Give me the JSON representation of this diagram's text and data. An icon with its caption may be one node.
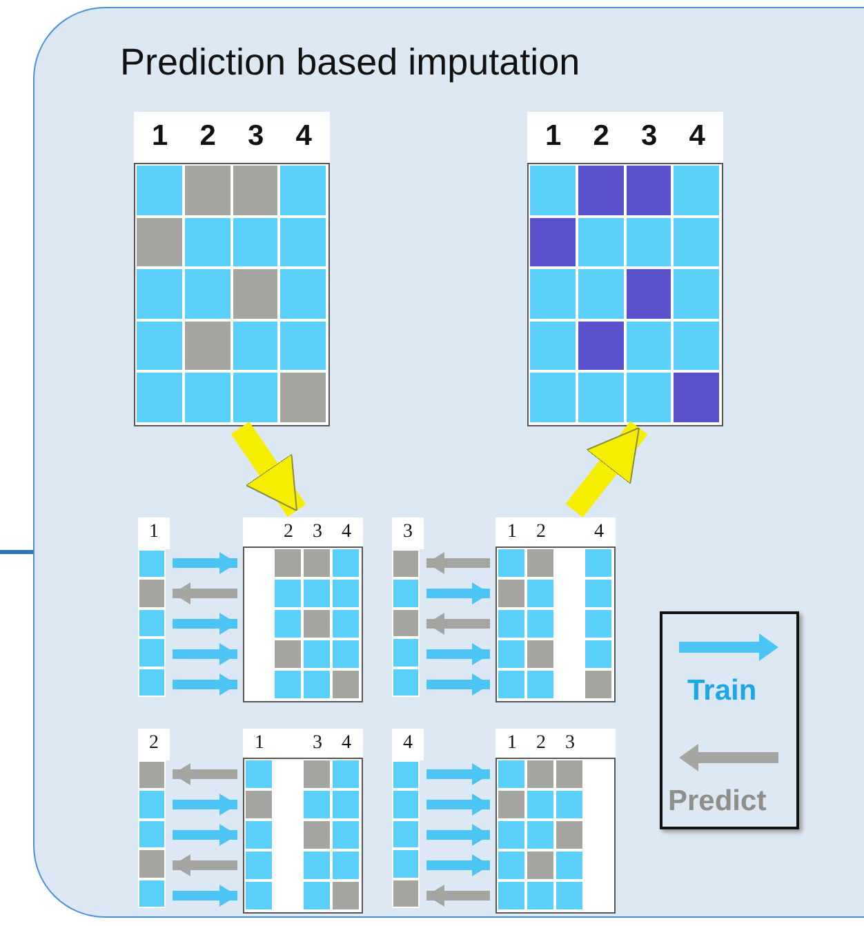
{
  "diagram": {
    "nodes": [
      {
        "text": [
          "Prediction based imputation"
        ]
      },
      {
        "text": [
          "1",
          "2",
          "3",
          "4"
        ],
        "in": 0
      },
      {
        "text": [
          "1",
          "2",
          "3",
          "4"
        ],
        "in": 0
      },
      {
        "text": [
          "1"
        ],
        "in": 0
      },
      {
        "text": [
          "2",
          "3",
          "4"
        ],
        "in": 0
      },
      {
        "text": [
          "3"
        ],
        "in": 0
      },
      {
        "text": [
          "1",
          "2",
          "4"
        ],
        "in": 0
      },
      {
        "text": [
          "2"
        ],
        "in": 0
      },
      {
        "text": [
          "1",
          "3",
          "4"
        ],
        "in": 0
      },
      {
        "text": [
          "4"
        ],
        "in": 0
      },
      {
        "text": [
          "1",
          "2",
          "3"
        ],
        "in": 0
      }
    ],
    "edges": [
      {
        "from": null,
        "to": 0,
        "arrow": "none",
        "color": "#2f72c4"
      },
      {
        "from": 1,
        "to": 4,
        "arrow": "to",
        "style": "thick",
        "color": "#f5ee00"
      },
      {
        "from": 6,
        "to": 2,
        "arrow": "to",
        "style": "thick",
        "color": "#f5ee00"
      },
      {
        "from": 3,
        "to": 4,
        "arrow": "to"
      },
      {
        "from": 4,
        "to": 3,
        "arrow": "to",
        "color": "#a5a6a2"
      },
      {
        "from": 3,
        "to": 4,
        "arrow": "to"
      },
      {
        "from": 3,
        "to": 4,
        "arrow": "to"
      },
      {
        "from": 3,
        "to": 4,
        "arrow": "to"
      },
      {
        "from": 6,
        "to": 5,
        "arrow": "to",
        "color": "#a5a6a2"
      },
      {
        "from": 5,
        "to": 6,
        "arrow": "to"
      },
      {
        "from": 6,
        "to": 5,
        "arrow": "to",
        "color": "#a5a6a2"
      },
      {
        "from": 5,
        "to": 6,
        "arrow": "to"
      },
      {
        "from": 5,
        "to": 6,
        "arrow": "to"
      },
      {
        "from": 8,
        "to": 7,
        "arrow": "to",
        "color": "#a5a6a2"
      },
      {
        "from": 7,
        "to": 8,
        "arrow": "to"
      },
      {
        "from": 7,
        "to": 8,
        "arrow": "to"
      },
      {
        "from": 8,
        "to": 7,
        "arrow": "to",
        "color": "#a5a6a2"
      },
      {
        "from": 7,
        "to": 8,
        "arrow": "to"
      },
      {
        "from": 9,
        "to": 10,
        "arrow": "to"
      },
      {
        "from": 9,
        "to": 10,
        "arrow": "to"
      },
      {
        "from": 9,
        "to": 10,
        "arrow": "to"
      },
      {
        "from": 9,
        "to": 10,
        "arrow": "to"
      },
      {
        "from": 10,
        "to": 9,
        "arrow": "to",
        "color": "#a5a6a2"
      }
    ],
    "legend": [
      {
        "text": "Train"
      },
      {
        "text": "Predict"
      }
    ]
  }
}
